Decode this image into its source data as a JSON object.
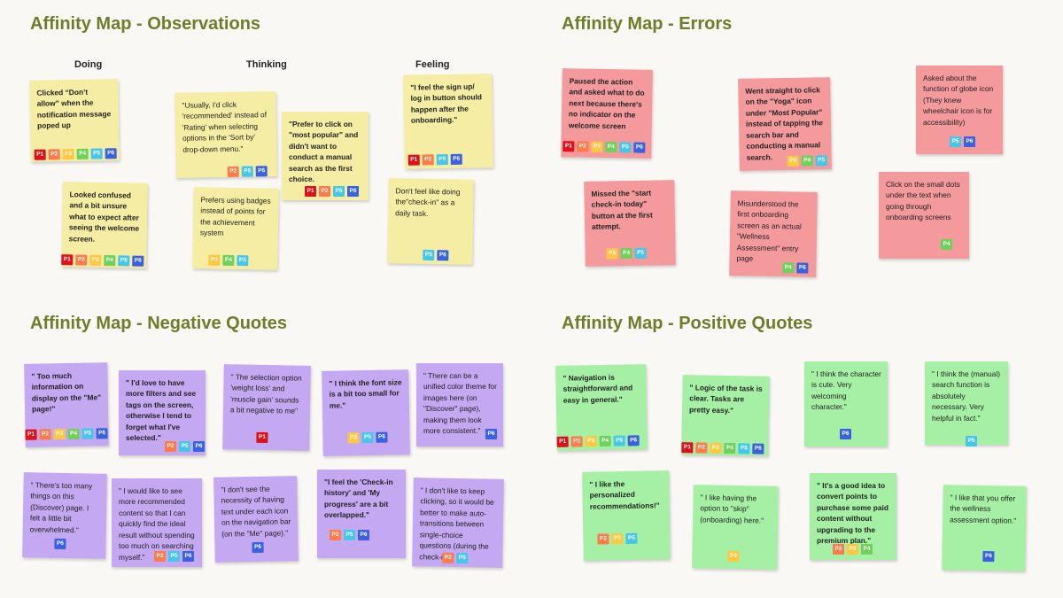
{
  "sections": {
    "observations": "Affinity Map - Observations",
    "errors": "Affinity Map - Errors",
    "negative": "Affinity Map - Negative Quotes",
    "positive": "Affinity Map - Positive Quotes"
  },
  "columns": {
    "doing": "Doing",
    "thinking": "Thinking",
    "feeling": "Feeling"
  },
  "colors": {
    "title": "#6e7d2a",
    "yellow": "#f5eda4",
    "red": "#f59a9c",
    "purple": "#c4a8f2",
    "green": "#a5f0a5"
  },
  "notes": [
    {
      "color": "yellow",
      "bold": true,
      "text": "Clicked “Don’t allow” when the notification message poped up",
      "tags": [
        "P1",
        "P2",
        "P3",
        "P4",
        "P5",
        "P6"
      ]
    },
    {
      "color": "yellow",
      "bold": true,
      "text": "Looked confused and a bit unsure what to expect after seeing the welcome screen.",
      "tags": [
        "P1",
        "P2",
        "P3",
        "P4",
        "P5",
        "P6"
      ]
    },
    {
      "color": "yellow",
      "bold": false,
      "text": "\"Usually, I'd click 'recommended' instead of 'Rating' when selecting options in the 'Sort by' drop-down menu.\"",
      "tags": [
        "P2",
        "P5",
        "P6"
      ]
    },
    {
      "color": "yellow",
      "bold": true,
      "text": "\"Prefer to click on \"most popular\" and didn't want to conduct a manual search as the first choice.",
      "tags": [
        "P1",
        "P2",
        "P5",
        "P6"
      ]
    },
    {
      "color": "yellow",
      "bold": false,
      "text": "Prefers using badges instead of points for the achievement system",
      "tags": [
        "P3",
        "P4",
        "P5"
      ]
    },
    {
      "color": "yellow",
      "bold": true,
      "text": "\"I feel the sign up/ log in button should happen after the onboarding.\"",
      "tags": [
        "P1",
        "P2",
        "P5",
        "P6"
      ]
    },
    {
      "color": "yellow",
      "bold": false,
      "text": "Don't feel like doing the\"check-in\" as a daily task.",
      "tags": [
        "P5",
        "P6"
      ]
    },
    {
      "color": "red",
      "bold": true,
      "text": "Paused the action and asked what to do next because there's no indicator on the welcome screen",
      "tags": [
        "P1",
        "P2",
        "P3",
        "P4",
        "P5",
        "P6"
      ]
    },
    {
      "color": "red",
      "bold": true,
      "text": "Went straight to click on the \"Yoga\" icon under \"Most Popular\" instead of tapping the search bar and conducting a manual search.",
      "tags": [
        "P3",
        "P4",
        "P5"
      ]
    },
    {
      "color": "red",
      "bold": false,
      "text": "Asked about the function of globe icon (They knew wheelchair icon is for accessibility)",
      "tags": [
        "P5",
        "P6"
      ]
    },
    {
      "color": "red",
      "bold": true,
      "text": "Missed the \"start check-in today\" button at the first attempt.",
      "tags": [
        "P3",
        "P4",
        "P5"
      ]
    },
    {
      "color": "red",
      "bold": false,
      "text": "Misunderstood the first onboarding screen as an actual \"Wellness Assessment\" entry page",
      "tags": [
        "P4",
        "P6"
      ]
    },
    {
      "color": "red",
      "bold": false,
      "text": "Click on the small dots under the text when going through onboarding screens",
      "tags": [
        "P4"
      ]
    },
    {
      "color": "purple",
      "bold": true,
      "text": "\" Too much information on display on the \"Me\" page!\"",
      "tags": [
        "P1",
        "P2",
        "P3",
        "P4",
        "P5",
        "P6"
      ]
    },
    {
      "color": "purple",
      "bold": true,
      "text": "\" I'd love to have more filters and see tags on the screen, otherwise I tend to forget what I've selected.\"",
      "tags": [
        "P2",
        "P5",
        "P6"
      ]
    },
    {
      "color": "purple",
      "bold": false,
      "text": "\" The selection option 'weight loss' and 'muscle gain' sounds a bit negative to me\"",
      "tags": [
        "P1"
      ]
    },
    {
      "color": "purple",
      "bold": true,
      "text": "\" I think the font size is a bit too small for me.\"",
      "tags": [
        "P3",
        "P5",
        "P6"
      ]
    },
    {
      "color": "purple",
      "bold": false,
      "text": "\" There can be a unified color theme for images here (on \"Discover\" page), making them look more consistent.\"",
      "tags": [
        "P6"
      ]
    },
    {
      "color": "purple",
      "bold": false,
      "text": "\" There's too many things on this (Discover) page. I felt a little bit overwhelmed.\"",
      "tags": [
        "P6"
      ]
    },
    {
      "color": "purple",
      "bold": false,
      "text": "\" I would like to see more recommended content so that I can quickly find the ideal result without spending too much on searching myself.\"",
      "tags": [
        "P2",
        "P5",
        "P6"
      ]
    },
    {
      "color": "purple",
      "bold": false,
      "text": "\"I don't see the necessity of having text under each icon on the navigation bar (on the \"Me\" page).\"",
      "tags": [
        "P6"
      ]
    },
    {
      "color": "purple",
      "bold": true,
      "text": "\"I feel the 'Check-in history' and 'My progress' are a bit overlapped.\"",
      "tags": [
        "P2",
        "P5",
        "P6"
      ]
    },
    {
      "color": "purple",
      "bold": false,
      "text": "\" I don't like to keep clicking, so it would be better to make auto-transitions between single-choice questions (during the check-in).\"",
      "tags": [
        "P2",
        "P5"
      ]
    },
    {
      "color": "green",
      "bold": true,
      "text": "\" Navigation is straightforward and easy in general.\"",
      "tags": [
        "P1",
        "P2",
        "P3",
        "P4",
        "P5",
        "P6"
      ]
    },
    {
      "color": "green",
      "bold": true,
      "text": "\" Logic of the task is clear. Tasks are pretty easy.\"",
      "tags": [
        "P1",
        "P2",
        "P3",
        "P4",
        "P5",
        "P6"
      ]
    },
    {
      "color": "green",
      "bold": false,
      "text": "\" I think the character is cute. Very welcoming character.\"",
      "tags": [
        "P6"
      ]
    },
    {
      "color": "green",
      "bold": false,
      "text": "\" I think the (manual) search function is absolutely necessary. Very helpful in fact.\"",
      "tags": [
        "P5"
      ]
    },
    {
      "color": "green",
      "bold": true,
      "text": "\" I like the personalized recommendations!\"",
      "tags": [
        "P2",
        "P3",
        "P5"
      ]
    },
    {
      "color": "green",
      "bold": false,
      "text": "\" I like having the option to \"skip\" (onboarding) here.\"",
      "tags": [
        "P3"
      ]
    },
    {
      "color": "green",
      "bold": true,
      "text": "\" It's a good idea to convert points to purchase some paid content without upgrading to the premium plan.\"",
      "tags": [
        "P2",
        "P3",
        "P4"
      ]
    },
    {
      "color": "green",
      "bold": false,
      "text": "\" I like that you offer the wellness assessment option.\"",
      "tags": [
        "P6"
      ]
    }
  ]
}
